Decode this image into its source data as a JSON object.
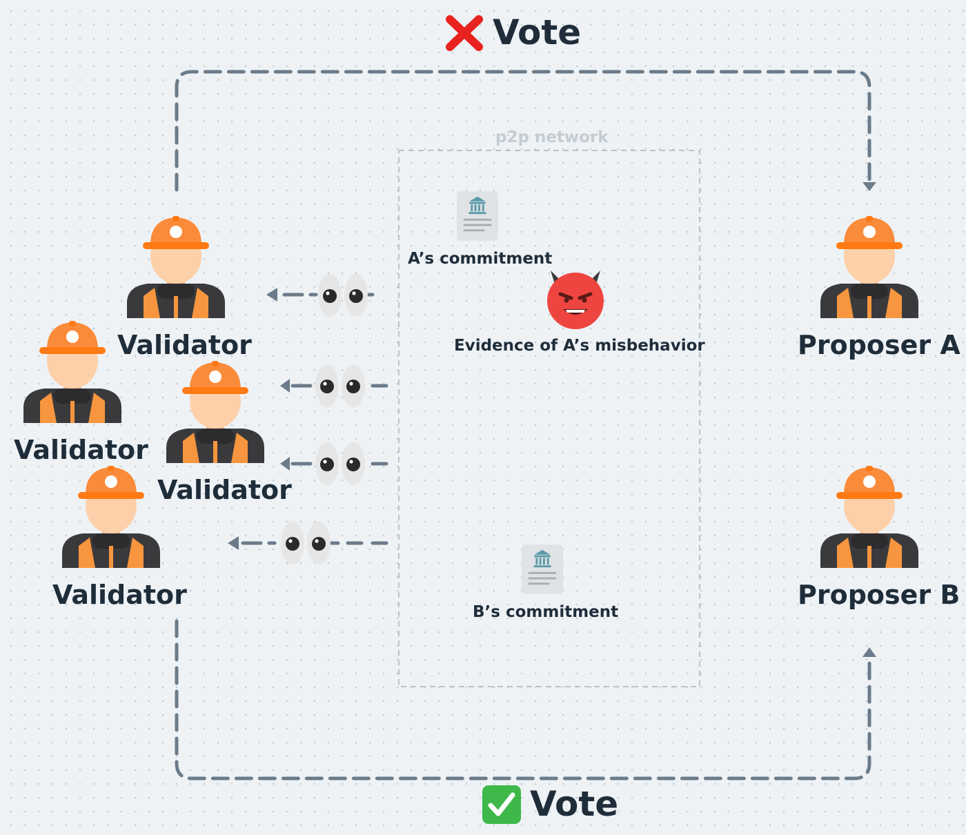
{
  "votes": {
    "top_label": "Vote",
    "top_icon": "red-cross-icon",
    "bottom_label": "Vote",
    "bottom_icon": "green-check-icon"
  },
  "network": {
    "label": "p2p network",
    "a_commitment": "A’s commitment",
    "b_commitment": "B’s commitment",
    "evidence": "Evidence of A’s misbehavior"
  },
  "validators": [
    {
      "label": "Validator"
    },
    {
      "label": "Validator"
    },
    {
      "label": "Validator"
    },
    {
      "label": "Validator"
    }
  ],
  "proposers": [
    {
      "label": "Proposer A"
    },
    {
      "label": "Proposer B"
    }
  ],
  "icons": {
    "person": "construction-worker-icon",
    "document": "bank-document-icon",
    "devil": "angry-devil-face-icon",
    "eyes": "eyes-icon"
  },
  "colors": {
    "helmet": "#fa8b3a",
    "helmet_brim": "#ff7a14",
    "skin": "#fdd0aa",
    "suit": "#3a3a3c",
    "vest": "#f7963e",
    "dash_line": "#6b7b89",
    "devil": "#ee4540",
    "cross": "#e8231f",
    "check": "#3fb84a",
    "text": "#1f2d3a"
  }
}
